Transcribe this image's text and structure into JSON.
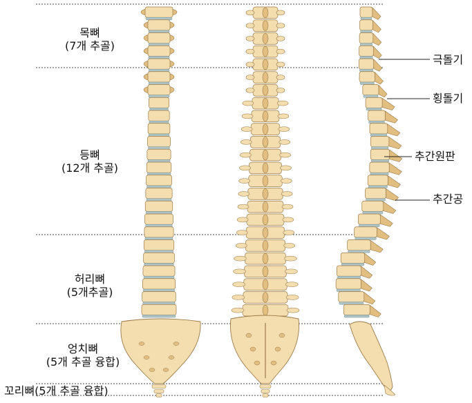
{
  "regions": [
    {
      "id": "cervical",
      "name": "목뼈",
      "detail": "(7개 추골)"
    },
    {
      "id": "thoracic",
      "name": "등뼈",
      "detail": "(12개 추골)"
    },
    {
      "id": "lumbar",
      "name": "허리뼈",
      "detail": "(5개추골)"
    },
    {
      "id": "sacrum",
      "name": "엉치뼈",
      "detail": "(5개 추골 융합)"
    },
    {
      "id": "coccyx",
      "name": "꼬리뼈(5개 추골 융합)"
    }
  ],
  "features": [
    {
      "id": "spinous-process",
      "label": "극돌기"
    },
    {
      "id": "transverse-process",
      "label": "횡돌기"
    },
    {
      "id": "intervertebral-disc",
      "label": "추간원판"
    },
    {
      "id": "intervertebral-foramen",
      "label": "추간공"
    }
  ],
  "colors": {
    "bone": "#f4deb0",
    "bone_shade": "#e2be80",
    "bone_outline": "#9a7a48",
    "disc": "#aec4c6",
    "disc_outline": "#7a9698",
    "guide_line": "#444444",
    "text": "#111111"
  }
}
